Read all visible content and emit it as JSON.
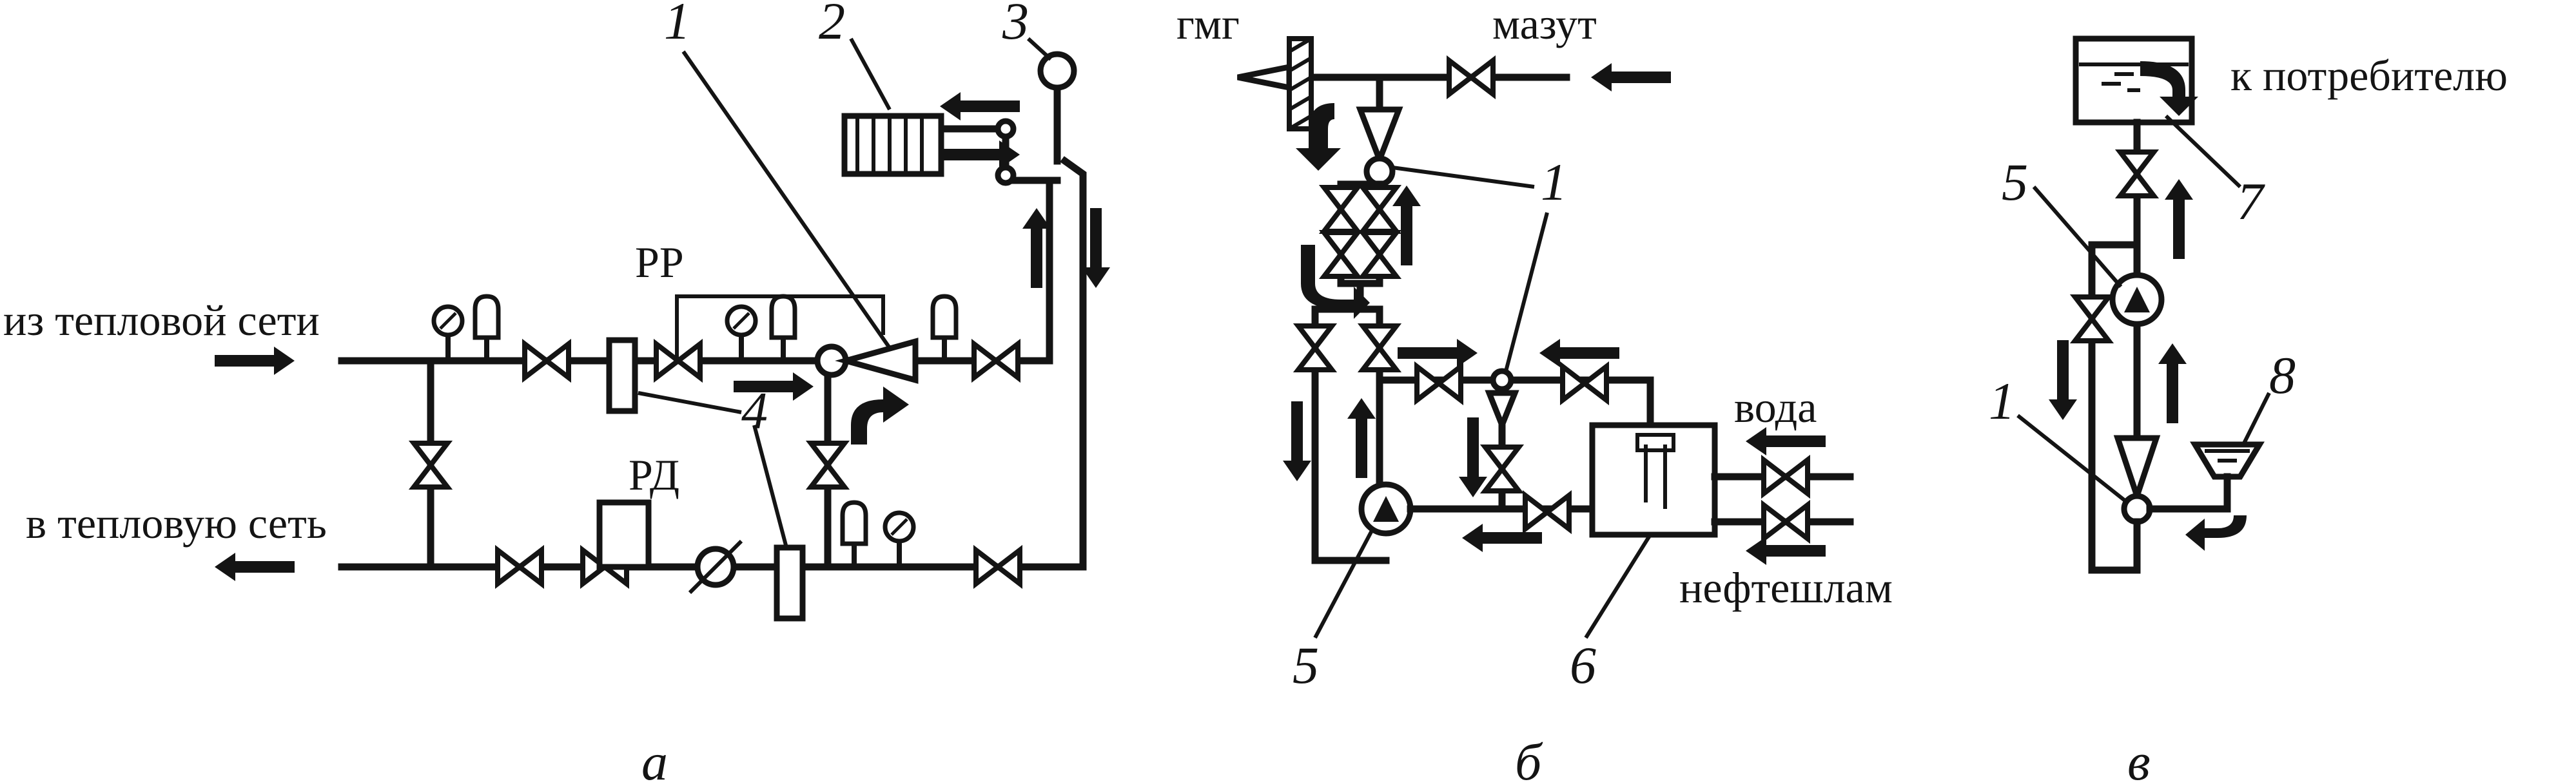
{
  "panel_a": {
    "caption": "а",
    "inlet_label": "из тепловой сети",
    "outlet_label": "в тепловую сеть",
    "regulator_pressure": "РР",
    "regulator_diff": "РД",
    "ref_1": "1",
    "ref_2": "2",
    "ref_3": "3",
    "ref_4": "4"
  },
  "panel_b": {
    "caption": "б",
    "burner_label": "гмг",
    "fuel_label": "мазут",
    "water_label": "вода",
    "sludge_label": "нефтешлам",
    "ref_1": "1",
    "ref_5": "5",
    "ref_6": "6"
  },
  "panel_c": {
    "caption": "в",
    "consumer_label": "к потребителю",
    "ref_1": "1",
    "ref_5": "5",
    "ref_7": "7",
    "ref_8": "8"
  },
  "colors": {
    "ink": "#141414",
    "background": "#ffffff"
  }
}
